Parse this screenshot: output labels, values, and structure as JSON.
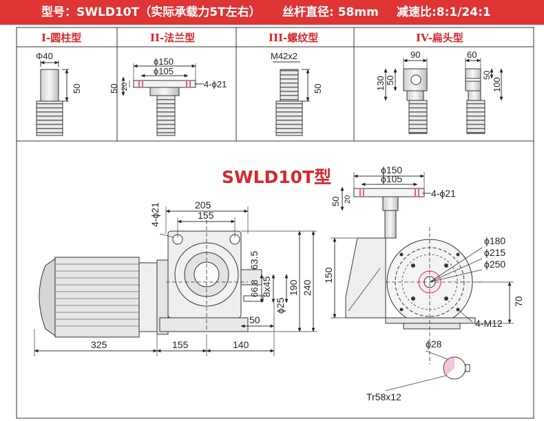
{
  "header": {
    "model": "型号：SWLD10T（实际承载力5T左右）",
    "screw_diameter": "丝杆直径: 58mm",
    "ratio": "减速比:8:1/24:1",
    "bg_color": "#e03535"
  },
  "types": [
    {
      "label": "I-圆柱型",
      "dims": [
        "Φ40",
        "50"
      ]
    },
    {
      "label": "II-法兰型",
      "dims": [
        "ϕ150",
        "ϕ105",
        "50",
        "20",
        "4-ϕ21"
      ]
    },
    {
      "label": "III-螺纹型",
      "dims": [
        "M42x2",
        "50"
      ]
    },
    {
      "label": "IV-扁头型",
      "dims": [
        "90",
        "130",
        "50",
        "60",
        "50",
        "100"
      ]
    }
  ],
  "main": {
    "title": "SWLD10T型",
    "front_view": {
      "dims": [
        "4-ϕ21",
        "205",
        "155",
        "63.5",
        "66.8",
        "8x45",
        "ϕ25",
        "190",
        "240",
        "50",
        "325",
        "155",
        "140"
      ]
    },
    "side_view": {
      "flange_dims": [
        "ϕ150",
        "ϕ105",
        "50",
        "20",
        "4-ϕ21"
      ],
      "dims": [
        "ϕ180",
        "ϕ215",
        "ϕ250",
        "150",
        "70",
        "4-M12"
      ]
    },
    "shaft_section": {
      "dims": [
        "ϕ28",
        "Tr58x12"
      ]
    }
  },
  "colors": {
    "accent": "#d8262a",
    "line": "#222222",
    "hatch": "#e05a9a"
  }
}
